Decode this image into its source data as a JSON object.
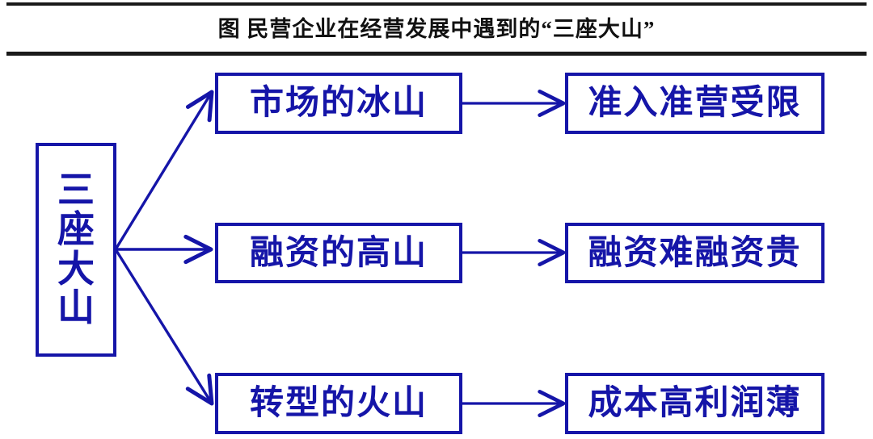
{
  "figure": {
    "title": "图   民营企业在经营发展中遇到的“三座大山”",
    "accent_color": "#1515a8",
    "rule_color": "#1a1a1a",
    "background": "#ffffff"
  },
  "root": {
    "label": "三座大山",
    "chars": [
      "三",
      "座",
      "大",
      "山"
    ],
    "orientation": "vertical"
  },
  "rows": [
    {
      "id": "row-iceberg",
      "problem": "市场的冰山",
      "consequence": "准入准营受限"
    },
    {
      "id": "row-mountain",
      "problem": "融资的高山",
      "consequence": "融资难融资贵"
    },
    {
      "id": "row-volcano",
      "problem": "转型的火山",
      "consequence": "成本高利润薄"
    }
  ],
  "connectors": {
    "fan_origin_label": "三座大山",
    "arrow_style": "open-head",
    "count": 6
  }
}
